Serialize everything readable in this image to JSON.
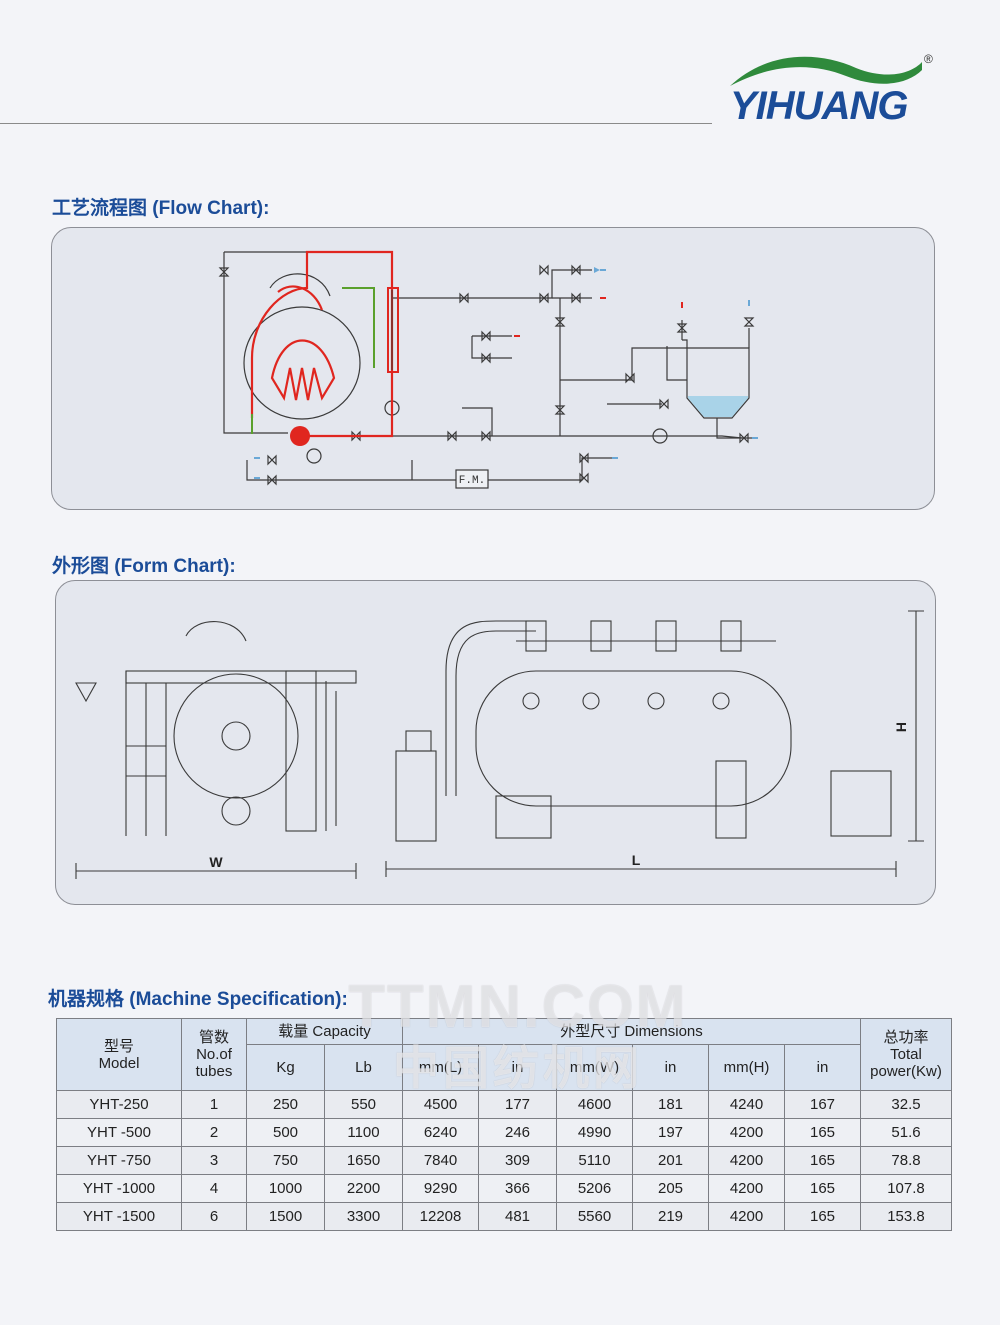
{
  "brand": {
    "name": "YIHUANG",
    "registered_mark": "®",
    "color": "#1b4c98",
    "swoosh_color": "#2f8a3c"
  },
  "flow_chart": {
    "title": "工艺流程图 (Flow Chart):",
    "label_fm": "F.M."
  },
  "form_chart": {
    "title": "外形图 (Form Chart):",
    "dim_w": "W",
    "dim_l": "L",
    "dim_h": "H"
  },
  "spec": {
    "title": "机器规格 (Machine  Specification):",
    "headers": {
      "model": "型号\nModel",
      "tubes": "管数\nNo.of\ntubes",
      "capacity": "载量 Capacity",
      "dimensions": "外型尺寸 Dimensions",
      "power": "总功率\nTotal\npower(Kw)",
      "kg": "Kg",
      "lb": "Lb",
      "mm_l": "mm(L)",
      "in_l": "in",
      "mm_w": "mm(W)",
      "in_w": "in",
      "mm_h": "mm(H)",
      "in_h": "in"
    },
    "rows": [
      [
        "YHT-250",
        "1",
        "250",
        "550",
        "4500",
        "177",
        "4600",
        "181",
        "4240",
        "167",
        "32.5"
      ],
      [
        "YHT -500",
        "2",
        "500",
        "1100",
        "6240",
        "246",
        "4990",
        "197",
        "4200",
        "165",
        "51.6"
      ],
      [
        "YHT -750",
        "3",
        "750",
        "1650",
        "7840",
        "309",
        "5110",
        "201",
        "4200",
        "165",
        "78.8"
      ],
      [
        "YHT -1000",
        "4",
        "1000",
        "2200",
        "9290",
        "366",
        "5206",
        "205",
        "4200",
        "165",
        "107.8"
      ],
      [
        "YHT -1500",
        "6",
        "1500",
        "3300",
        "12208",
        "481",
        "5560",
        "219",
        "4200",
        "165",
        "153.8"
      ]
    ]
  },
  "watermark": {
    "line1": "TTMN.COM",
    "line2": "中国纺机网"
  },
  "colors": {
    "hot_line": "#e0261f",
    "green_line": "#5aa02c",
    "cold_arrow": "#6aa8d6",
    "tank_water": "#a9d3e8",
    "title_blue": "#1b4c98"
  }
}
